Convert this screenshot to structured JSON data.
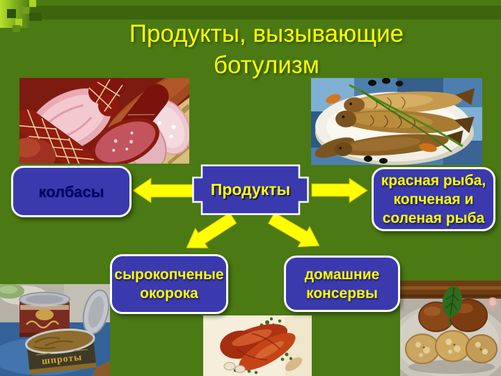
{
  "slide": {
    "title_line1": "Продукты, вызывающие",
    "title_line2": "ботулизм"
  },
  "diagram": {
    "center_label": "Продукты",
    "nodes": [
      {
        "label": "колбасы"
      },
      {
        "label_lines": [
          "красная рыба,",
          "копченая и",
          "соленая рыба"
        ]
      },
      {
        "label_lines": [
          "сырокопченые",
          "окорока"
        ]
      },
      {
        "label_lines": [
          "домашние",
          "консервы"
        ]
      }
    ]
  },
  "photos": {
    "cans_label": "шпроты"
  },
  "colors": {
    "background": "#4b7913",
    "top_band": "#3c650d",
    "title_text": "#ffff00",
    "node_fill": "#3a3aae",
    "node_border": "#ffffff",
    "node_text_yellow": "#ffff00",
    "kolbasy_text": "#00006a",
    "arrow": "#ffff00"
  }
}
